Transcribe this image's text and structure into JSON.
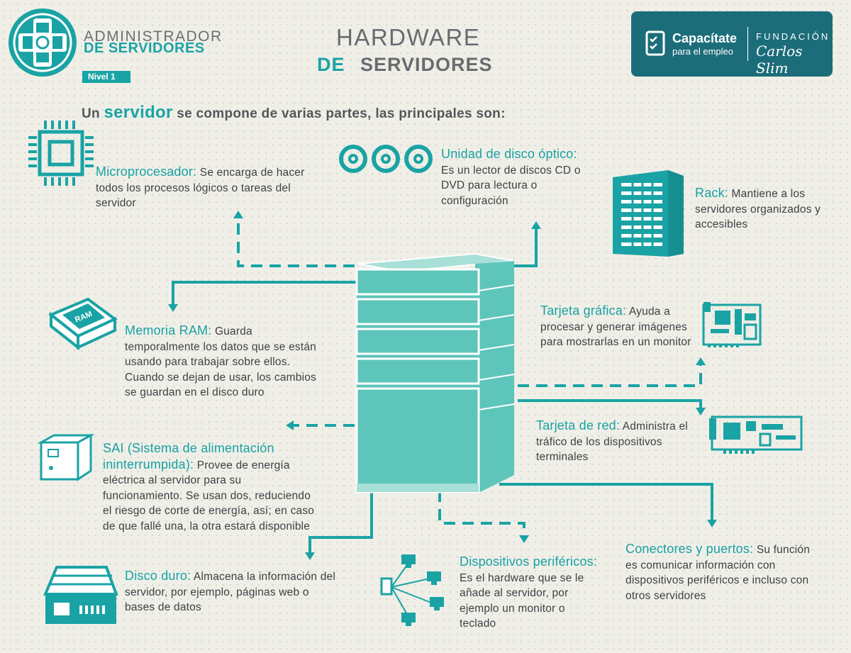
{
  "brand": {
    "line1": "ADMINISTRADOR",
    "line2": "DE SERVIDORES",
    "level": "Nivel 1"
  },
  "title": {
    "line1": "HARDWARE",
    "line2_accent": "DE",
    "line2_rest": "SERVIDORES"
  },
  "sponsor": {
    "name": "Capacítate",
    "tagline": "para el empleo",
    "org": "FUNDACIÓN",
    "signature": "Carlos Slim"
  },
  "intro": {
    "before": "Un ",
    "highlight": "servidor",
    "after": " se compone de varias partes, las principales son:"
  },
  "components": {
    "cpu": {
      "title": "Microprocesador:",
      "desc": "Se encarga de hacer todos los procesos lógicos o tareas del servidor",
      "icon": "cpu-chip-icon"
    },
    "optical": {
      "title": "Unidad de disco óptico:",
      "desc": "Es un lector de discos CD o DVD para lectura o configuración",
      "icon": "optical-disc-icon"
    },
    "rack": {
      "title": "Rack:",
      "desc": "Mantiene a los servidores organizados y accesibles",
      "icon": "server-rack-icon"
    },
    "ram": {
      "title": "Memoria RAM:",
      "desc": "Guarda temporalmente los datos que se están usando para trabajar sobre ellos. Cuando se dejan de usar, los cambios se guardan en el disco duro",
      "icon": "ram-module-icon",
      "chip_label": "RAM"
    },
    "gpu": {
      "title": "Tarjeta gráfica:",
      "desc": "Ayuda a procesar y generar imágenes para mostrarlas en un monitor",
      "icon": "graphics-card-icon"
    },
    "nic": {
      "title": "Tarjeta de red:",
      "desc": "Administra el tráfico de los dispositivos terminales",
      "icon": "network-card-icon"
    },
    "ups": {
      "title": "SAI (Sistema de alimentación ininterrumpida):",
      "desc": "Provee de energía eléctrica al servidor para su funcionamiento. Se usan dos, reduciendo el riesgo de corte de energía, así; en caso de que fallé una, la otra estará disponible",
      "icon": "ups-battery-icon"
    },
    "hdd": {
      "title": "Disco duro:",
      "desc": "Almacena la información del servidor, por ejemplo, páginas web o bases de datos",
      "icon": "hard-drive-icon"
    },
    "peripherals": {
      "title": "Dispositivos periféricos:",
      "desc": "Es el hardware que se le añade al servidor, por ejemplo un monitor o teclado",
      "icon": "peripheral-devices-icon"
    },
    "ports": {
      "title": "Conectores y puertos:",
      "desc": "Su función es comunicar información con dispositivos periféricos e incluso con otros servidores",
      "icon": "connectors-ports-icon"
    }
  },
  "colors": {
    "accent": "#1aa3a4",
    "server": "#5ec5bb",
    "server_light": "#a8e0d8",
    "sponsor_bg": "#1c6d7a",
    "text": "#3f3f44"
  }
}
